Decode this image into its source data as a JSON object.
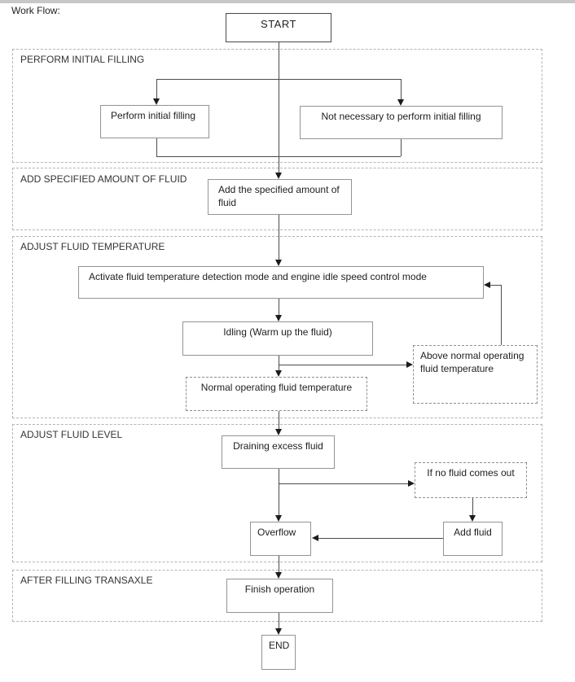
{
  "page": {
    "workflow_label": "Work Flow:"
  },
  "colors": {
    "background": "#ffffff",
    "line": "#4c4c4c",
    "arrowhead": "#1c1c1c",
    "solid_box_border": "#949494",
    "start_box_border": "#4a4a4a",
    "dashed_box_border": "#8f8f8f",
    "section_border": "#b4b4b4",
    "text": "#1e1e1e",
    "top_strip": "#c8c8c8"
  },
  "sections": [
    {
      "title": "PERFORM INITIAL FILLING"
    },
    {
      "title": "ADD SPECIFIED AMOUNT OF FLUID"
    },
    {
      "title": "ADJUST FLUID TEMPERATURE"
    },
    {
      "title": "ADJUST FLUID LEVEL"
    },
    {
      "title": "AFTER FILLING TRANSAXLE"
    }
  ],
  "nodes": {
    "start": "START",
    "perform_initial_filling": "Perform initial filling",
    "not_necessary": "Not necessary to perform initial filling",
    "add_specified_amount": "Add the specified amount of fluid",
    "activate_mode": "Activate fluid temperature detection mode and engine idle speed control mode",
    "idling": "Idling (Warm up the fluid)",
    "above_normal": "Above normal operating fluid temperature",
    "normal_temp": "Normal operating fluid temperature",
    "draining_excess": "Draining excess fluid",
    "if_no_fluid": "If no fluid comes out",
    "overflow": "Overflow",
    "add_fluid": "Add fluid",
    "finish_operation": "Finish operation",
    "end": "END"
  }
}
